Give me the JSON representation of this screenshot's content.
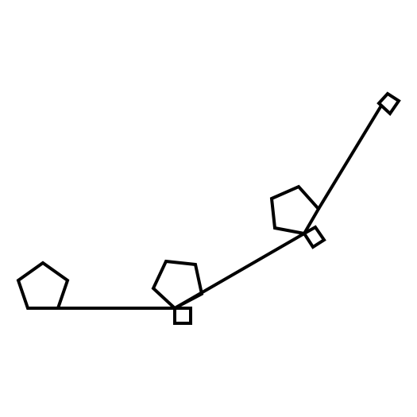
{
  "diagram": {
    "stroke_color": "#000000",
    "background_color": "#ffffff",
    "nodes": [
      {
        "id": "ring-1",
        "shape": "pentagon"
      },
      {
        "id": "ring-2",
        "shape": "pentagon"
      },
      {
        "id": "ring-3",
        "shape": "pentagon"
      },
      {
        "id": "square-1",
        "shape": "square"
      },
      {
        "id": "square-2",
        "shape": "square"
      },
      {
        "id": "square-3",
        "shape": "square"
      }
    ],
    "edges": [
      {
        "from": "ring-1",
        "to": "ring-2"
      },
      {
        "from": "ring-2",
        "to": "ring-3"
      },
      {
        "from": "ring-3",
        "to": "square-3"
      }
    ]
  }
}
